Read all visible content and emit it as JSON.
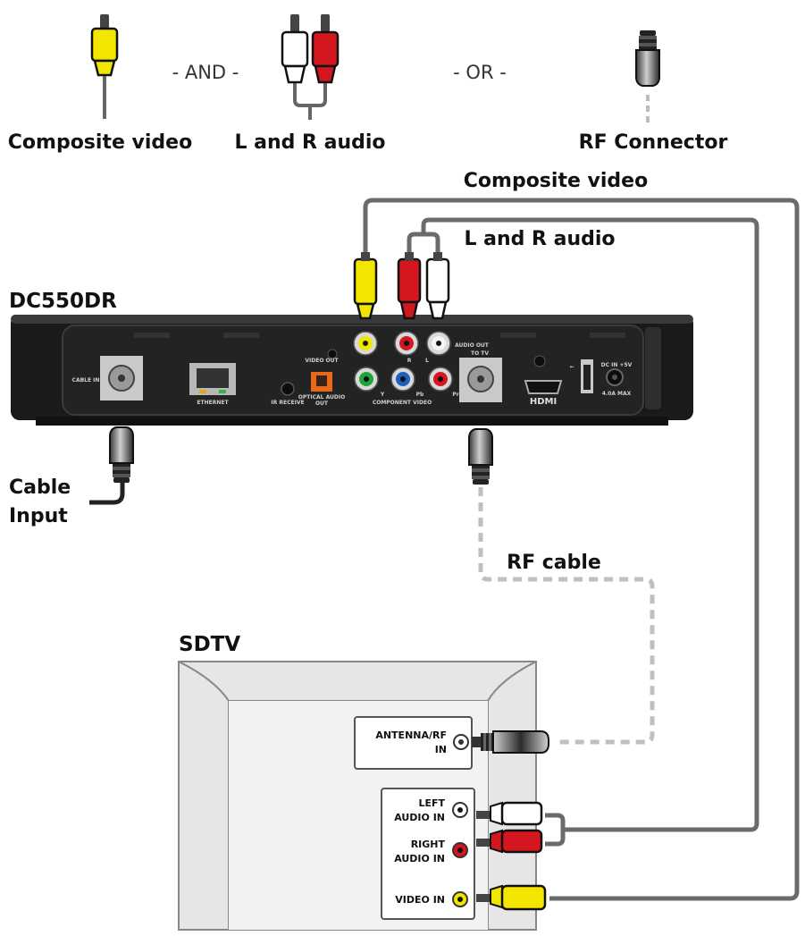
{
  "legend": {
    "composite_label": "Composite video",
    "and_text": "- AND -",
    "audio_label": "L and R audio",
    "or_text": "- OR -",
    "rf_label": "RF Connector"
  },
  "cables": {
    "composite_label": "Composite video",
    "audio_label": "L and R audio",
    "rf_label": "RF cable",
    "cable_input_line1": "Cable",
    "cable_input_line2": "Input"
  },
  "box": {
    "model": "DC550DR",
    "ports": {
      "cable_in": "CABLE IN",
      "ethernet": "ETHERNET",
      "ir_receive": "IR RECEIVE",
      "optical_line1": "OPTICAL AUDIO",
      "optical_line2": "OUT",
      "video_out": "VIDEO OUT",
      "audio_r": "R",
      "audio_l": "L",
      "audio_out": "AUDIO OUT",
      "to_tv": "TO TV",
      "component_y": "Y",
      "component_pb": "Pb",
      "component_pr": "Pr",
      "component_video": "COMPONENT VIDEO",
      "hdmi": "HDMI",
      "dc_in_line1": "DC IN +5V",
      "dc_in_line2": "4.0A MAX"
    }
  },
  "tv": {
    "title": "SDTV",
    "antenna_line1": "ANTENNA/RF",
    "antenna_line2": "IN",
    "left_audio_line1": "LEFT",
    "left_audio_line2": "AUDIO IN",
    "right_audio_line1": "RIGHT",
    "right_audio_line2": "AUDIO IN",
    "video_in": "VIDEO IN"
  },
  "colors": {
    "video_yellow": "#f2e600",
    "audio_red": "#d4161e",
    "audio_white": "#ffffff",
    "component_green": "#1fa33a",
    "component_blue": "#1f5fbf",
    "cable_gray": "#6b6b6b",
    "box_black": "#1a1a1a",
    "tv_gray": "#e6e6e6"
  }
}
